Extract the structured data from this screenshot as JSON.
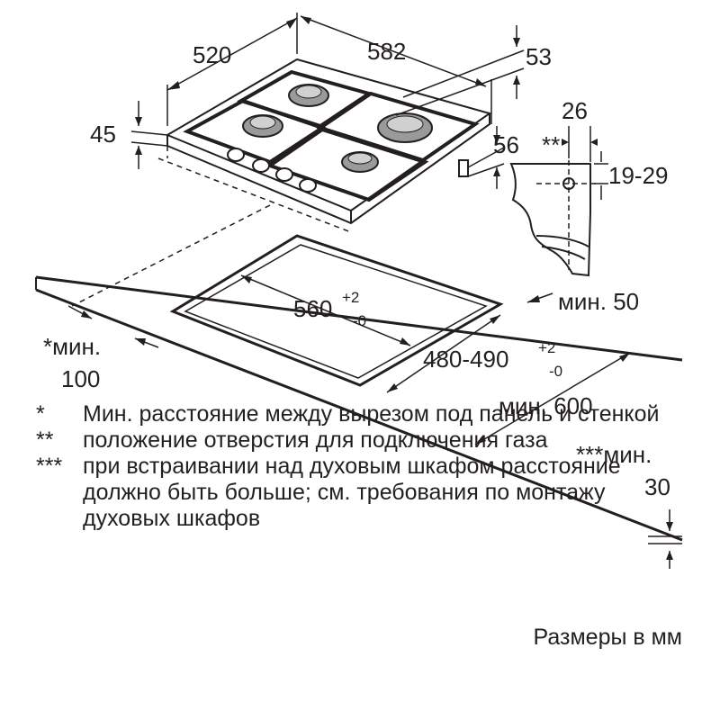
{
  "dimensions": {
    "hob_depth": "520",
    "hob_width": "582",
    "connector_height": "53",
    "hob_height": "45",
    "side_offset": "56",
    "gas_offset": "26",
    "gas_marker": "**",
    "gas_height": "19-29",
    "cutout_width": "560",
    "cutout_width_tol_plus": "+2",
    "cutout_width_tol_minus": "-0",
    "cutout_depth": "480-490",
    "cutout_depth_tol_plus": "+2",
    "cutout_depth_tol_minus": "-0",
    "min_back": "мин. 50",
    "min_front_label": "*мин.",
    "min_front_value": "100",
    "min_depth": "мин. 600",
    "min_below_label": "***мин.",
    "min_below_value": "30"
  },
  "notes": [
    {
      "mark": "*",
      "text": "Мин. расстояние между вырезом под панель и стенкой"
    },
    {
      "mark": "**",
      "text": "положение отверстия для подключения газа"
    },
    {
      "mark": "***",
      "text": "при встраивании над духовым шкафом расстояние должно быть больше; см. требования по монтажу духовых шкафов"
    }
  ],
  "units": "Размеры в мм"
}
